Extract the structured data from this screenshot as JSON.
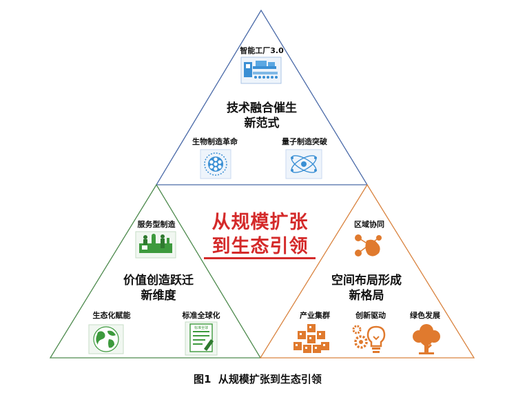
{
  "colors": {
    "top_border": "#4a6aa8",
    "left_border": "#4d8a4d",
    "right_border": "#d9833f",
    "headline": "#d42a2a",
    "icon_blue": "#3a8fd4",
    "icon_green": "#3d9a3d",
    "icon_orange": "#e07a2e"
  },
  "top": {
    "icon_label": "智能工厂3.0",
    "title_line1": "技术融合催生",
    "title_line2": "新范式",
    "left_label": "生物制造革命",
    "right_label": "量子制造突破"
  },
  "left": {
    "icon_label": "服务型制造",
    "title_line1": "价值创造跃迁",
    "title_line2": "新维度",
    "left_label": "生态化赋能",
    "right_label": "标准全球化",
    "doc_text": "标准全球"
  },
  "right": {
    "icon_label": "区域协同",
    "title_line1": "空间布局形成",
    "title_line2": "新格局",
    "left_label": "产业集群",
    "middle_label": "创新驱动",
    "right_label": "绿色发展"
  },
  "center": {
    "line1": "从规模扩张",
    "line2": "到生态引领"
  },
  "caption": "图1  从规模扩张到生态引领",
  "icons": [
    "factory-icon",
    "bio-cell-icon",
    "quantum-atom-icon",
    "service-workers-icon",
    "globe-icon",
    "standard-document-icon",
    "region-network-icon",
    "industry-cluster-icon",
    "innovation-bulb-icon",
    "green-tree-icon"
  ]
}
